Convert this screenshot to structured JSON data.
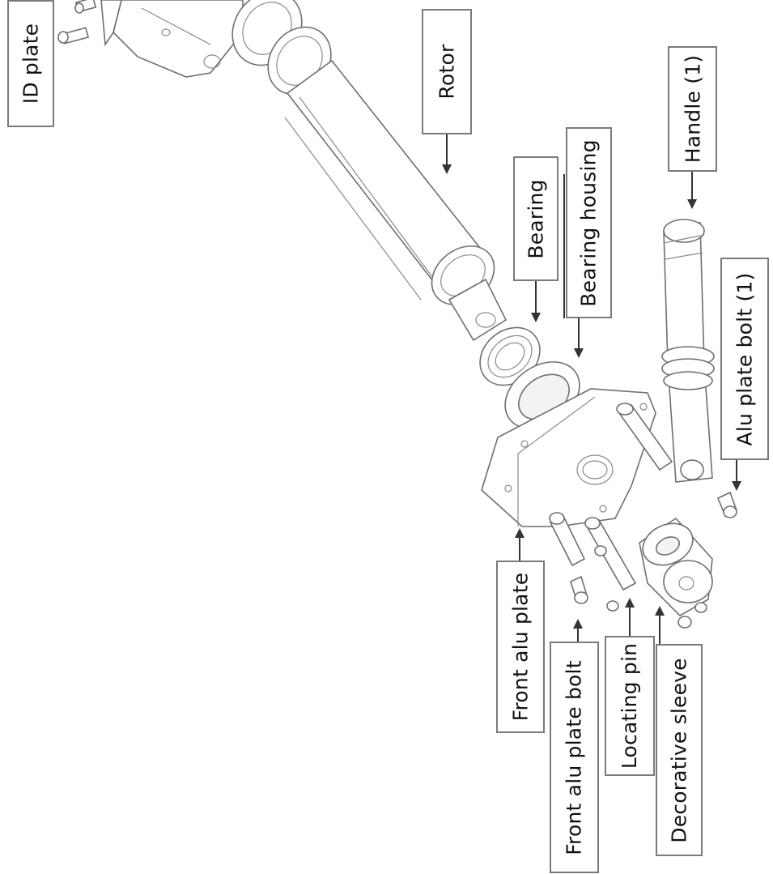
{
  "labels": {
    "id_plate": "ID plate",
    "rotor": "Rotor",
    "handle": "Handle (1)",
    "bearing": "Bearing",
    "bearing_housing": "Bearing housing",
    "alu_plate_bolt": "Alu plate bolt (1)",
    "front_alu_plate": "Front alu plate",
    "front_alu_plate_bolt": "Front alu plate bolt",
    "locating_pin": "Locating pin",
    "decorative_sleeve": "Decorative sleeve"
  },
  "colors": {
    "line": "#6f6f6f",
    "label_border": "#7a7a7a",
    "arrow": "#333333",
    "background": "#ffffff"
  }
}
